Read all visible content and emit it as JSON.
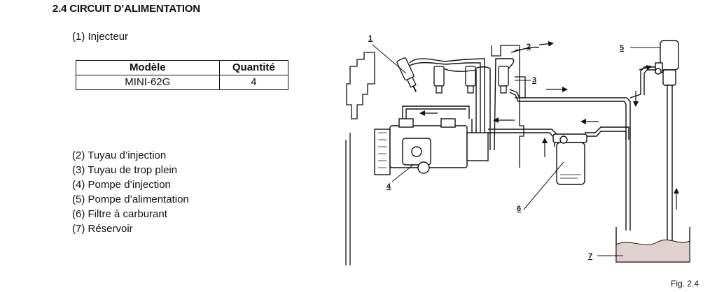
{
  "section_title": "2.4 CIRCUIT D’ALIMENTATION",
  "injector_heading": "(1) Injecteur",
  "spec_table": {
    "headers": {
      "model": "Modèle",
      "quantity": "Quantité"
    },
    "rows": [
      {
        "model": "MINI-62G",
        "quantity": "4"
      }
    ]
  },
  "components": [
    "(2) Tuyau d’injection",
    "(3) Tuyau de trop plein",
    "(4) Pompe d’injection",
    "(5) Pompe d’alimentation",
    "(6) Filtre à carburant",
    "(7) Réservoir"
  ],
  "diagram": {
    "callouts": [
      "1",
      "2",
      "3",
      "4",
      "5",
      "6",
      "7"
    ]
  },
  "figure_label": "Fig. 2.4"
}
